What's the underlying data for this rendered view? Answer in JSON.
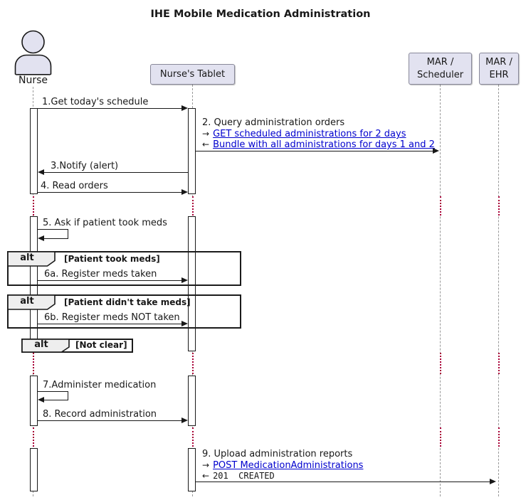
{
  "diagram_title": "IHE Mobile Medication Administration",
  "participants": {
    "nurse": {
      "label": "Nurse",
      "type": "actor"
    },
    "tablet": {
      "label": "Nurse's Tablet",
      "type": "participant"
    },
    "scheduler": {
      "label": "MAR /\nScheduler",
      "type": "participant"
    },
    "ehr": {
      "label": "MAR /\nEHR",
      "type": "participant"
    }
  },
  "messages": {
    "m1": {
      "label": "1.Get today's schedule",
      "from": "nurse",
      "to": "tablet"
    },
    "m2": {
      "label": "2. Query administration orders",
      "request_prefix": "→",
      "request_link": "GET scheduled administrations for 2 days",
      "response_prefix": "←",
      "response_link": "Bundle with all administrations for days 1 and 2",
      "from": "tablet",
      "to": "scheduler"
    },
    "m3": {
      "label": "3.Notify (alert)",
      "from": "tablet",
      "to": "nurse"
    },
    "m4": {
      "label": "4. Read orders",
      "from": "nurse",
      "to": "tablet"
    },
    "m5": {
      "label": "5. Ask if patient took meds",
      "from": "nurse",
      "to": "nurse"
    },
    "m6a": {
      "label": "6a. Register meds taken",
      "from": "nurse",
      "to": "tablet"
    },
    "m6b": {
      "label": "6b. Register meds NOT taken",
      "from": "nurse",
      "to": "tablet"
    },
    "m7": {
      "label": "7.Administer medication",
      "from": "nurse",
      "to": "nurse"
    },
    "m8": {
      "label": "8. Record administration",
      "from": "nurse",
      "to": "tablet"
    },
    "m9": {
      "label": "9. Upload administration reports",
      "request_prefix": "→",
      "request_link": "POST MedicationAdministrations",
      "response_prefix": "←",
      "response_status": "201  CREATED",
      "from": "tablet",
      "to": "ehr"
    }
  },
  "fragments": {
    "alt1": {
      "operator": "alt",
      "guard": "[Patient took meds]"
    },
    "alt2": {
      "operator": "alt",
      "guard": "[Patient didn't take meds]"
    },
    "alt3": {
      "operator": "alt",
      "guard": "[Not clear]"
    }
  },
  "colors": {
    "participant_fill": "#E2E2F0",
    "link_blue": "#0101CE",
    "delay_dot": "#A80036",
    "lifeline_gray": "#999999",
    "line_black": "#181818"
  }
}
